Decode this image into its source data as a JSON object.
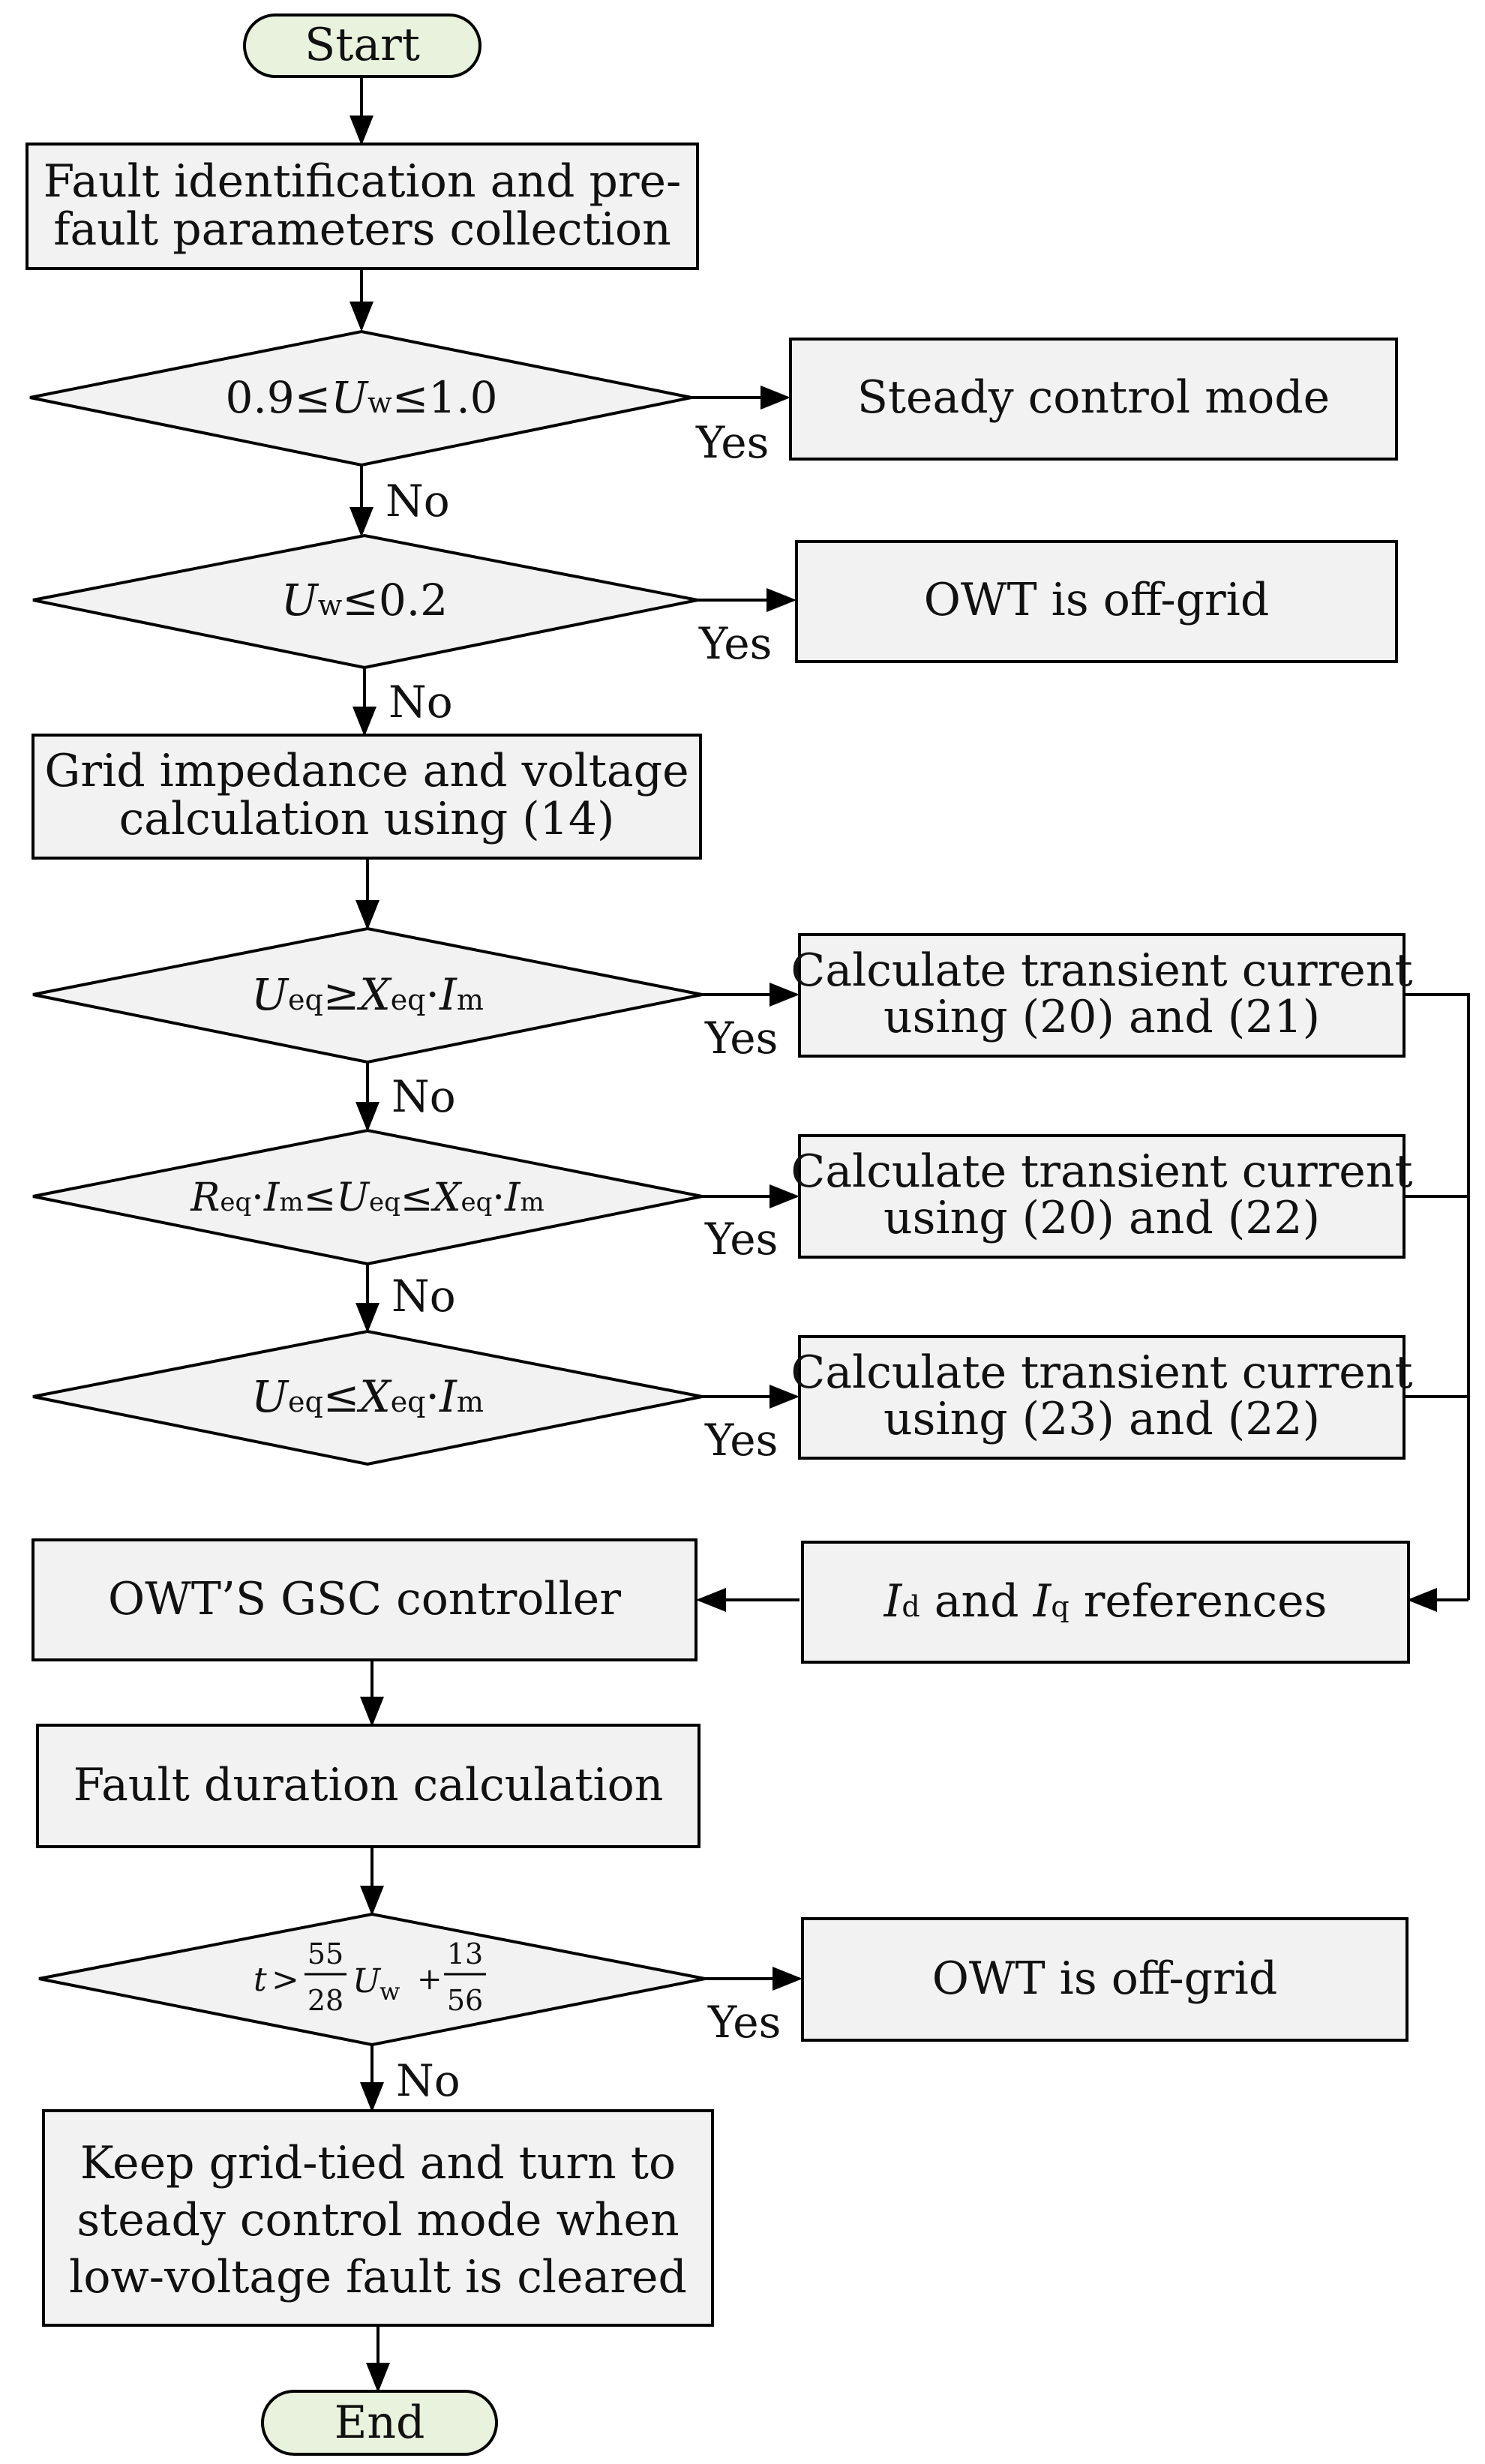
{
  "start": "Start",
  "end": "End",
  "fault_identification": [
    "Fault identification and pre-",
    "fault parameters collection"
  ],
  "cond_normal": {
    "left": "0.9≤",
    "var": "U",
    "sub": "w",
    "right": "≤1.0"
  },
  "steady_control": "Steady control mode",
  "cond_low": {
    "var": "U",
    "sub": "w",
    "right": "≤0.2"
  },
  "off_grid_1": "OWT is off-grid",
  "grid_calc": [
    "Grid impedance and voltage",
    "calculation using (14)"
  ],
  "cond_1": {
    "u": "U",
    "u_sub": "eq",
    "op": "≥",
    "x": "X",
    "x_sub": "eq",
    "dot": "·",
    "i": "I",
    "i_sub": "m"
  },
  "calc_1": [
    "Calculate transient current",
    "using (20) and (21)"
  ],
  "cond_2": {
    "r": "R",
    "r_sub": "eq",
    "dot": "·",
    "i": "I",
    "i_sub": "m",
    "op1": "≤",
    "u": "U",
    "u_sub": "eq",
    "op2": "≤",
    "x": "X",
    "x_sub": "eq"
  },
  "calc_2": [
    "Calculate transient current",
    "using (20) and (22)"
  ],
  "cond_3": {
    "u": "U",
    "u_sub": "eq",
    "op": "≤",
    "x": "X",
    "x_sub": "eq",
    "dot": "·",
    "i": "I",
    "i_sub": "m"
  },
  "calc_3": [
    "Calculate transient current",
    "using (23) and (22)"
  ],
  "gsc_controller": "OWT’S GSC controller",
  "references": {
    "id": "I",
    "id_sub": "d",
    "and": " and ",
    "iq": "I",
    "iq_sub": "q",
    "rest": " references"
  },
  "fault_duration": "Fault duration calculation",
  "cond_time": {
    "t": "t",
    "gt": ">",
    "n1": "55",
    "d1": "28",
    "u": "U",
    "u_sub": "w",
    "plus": "+",
    "n2": "13",
    "d2": "56"
  },
  "off_grid_2": "OWT is off-grid",
  "keep_grid": [
    "Keep grid-tied and turn to",
    "steady control mode when",
    "low-voltage fault is cleared"
  ],
  "yes": "Yes",
  "no": "No"
}
